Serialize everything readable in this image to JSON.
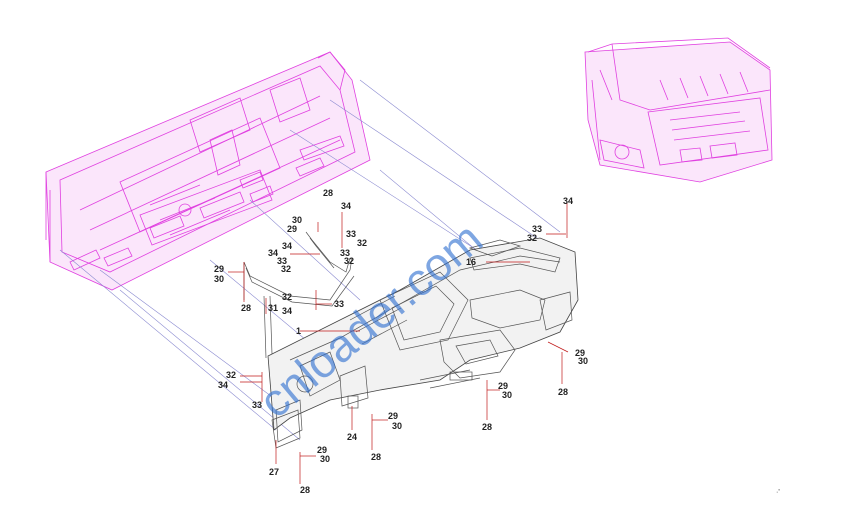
{
  "watermark": "cnloader.com",
  "colors": {
    "cab_outline": "#e040e0",
    "part_outline": "#444444",
    "watermark": "#2f6fd0",
    "leader": "#c01a1a",
    "assembly_line": "#8a8ad0"
  },
  "labels": {
    "n1": "1",
    "n16": "16",
    "n24": "24",
    "n27": "27",
    "n28a": "28",
    "n28b": "28",
    "n28c": "28",
    "n28d": "28",
    "n28e": "28",
    "n28f": "28",
    "n29a": "29",
    "n29b": "29",
    "n29c": "29",
    "n29d": "29",
    "n29e": "29",
    "n29f": "29",
    "n30a": "30",
    "n30b": "30",
    "n30c": "30",
    "n30d": "30",
    "n30e": "30",
    "n30f": "30",
    "n31": "31",
    "n32a": "32",
    "n32b": "32",
    "n32c": "32",
    "n32d": "32",
    "n32e": "32",
    "n32f": "32",
    "n33a": "33",
    "n33b": "33",
    "n33c": "33",
    "n33d": "33",
    "n33e": "33",
    "n33f": "33",
    "n34a": "34",
    "n34b": "34",
    "n34c": "34",
    "n34d": "34",
    "n34e": "34"
  },
  "corner_mark": "·'"
}
